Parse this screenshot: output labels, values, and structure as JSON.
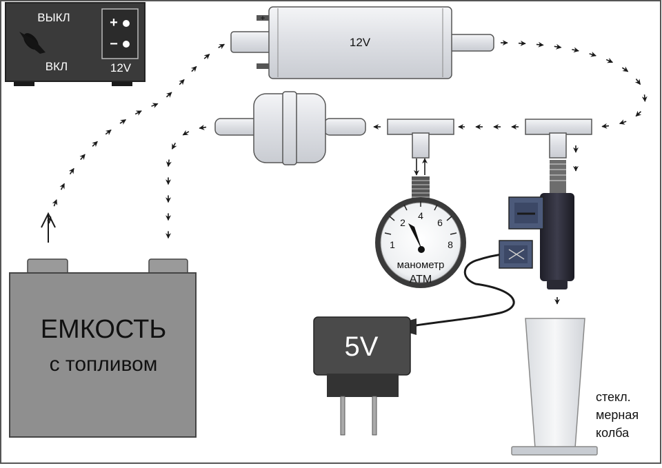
{
  "power_supply": {
    "off_label": "ВЫКЛ",
    "on_label": "ВКЛ",
    "plus_label": "+",
    "minus_label": "−",
    "voltage_label": "12V"
  },
  "pump": {
    "voltage_label": "12V"
  },
  "gauge": {
    "scale": [
      "1",
      "2",
      "4",
      "6",
      "8"
    ],
    "name_label": "манометр",
    "unit_label": "АТМ"
  },
  "adapter": {
    "voltage_label": "5V"
  },
  "tank": {
    "line1": "ЕМКОСТЬ",
    "line2": "с топливом"
  },
  "flask": {
    "line1": "стекл.",
    "line2": "мерная",
    "line3": "колба"
  },
  "colors": {
    "dark_device": "#3a3a3a",
    "tank_fill": "#8f8f8f",
    "light_part": "#e4e6ea",
    "injector": "#2c2c38",
    "connector": "#4c5a7a",
    "arrow": "#1a1a1a"
  }
}
